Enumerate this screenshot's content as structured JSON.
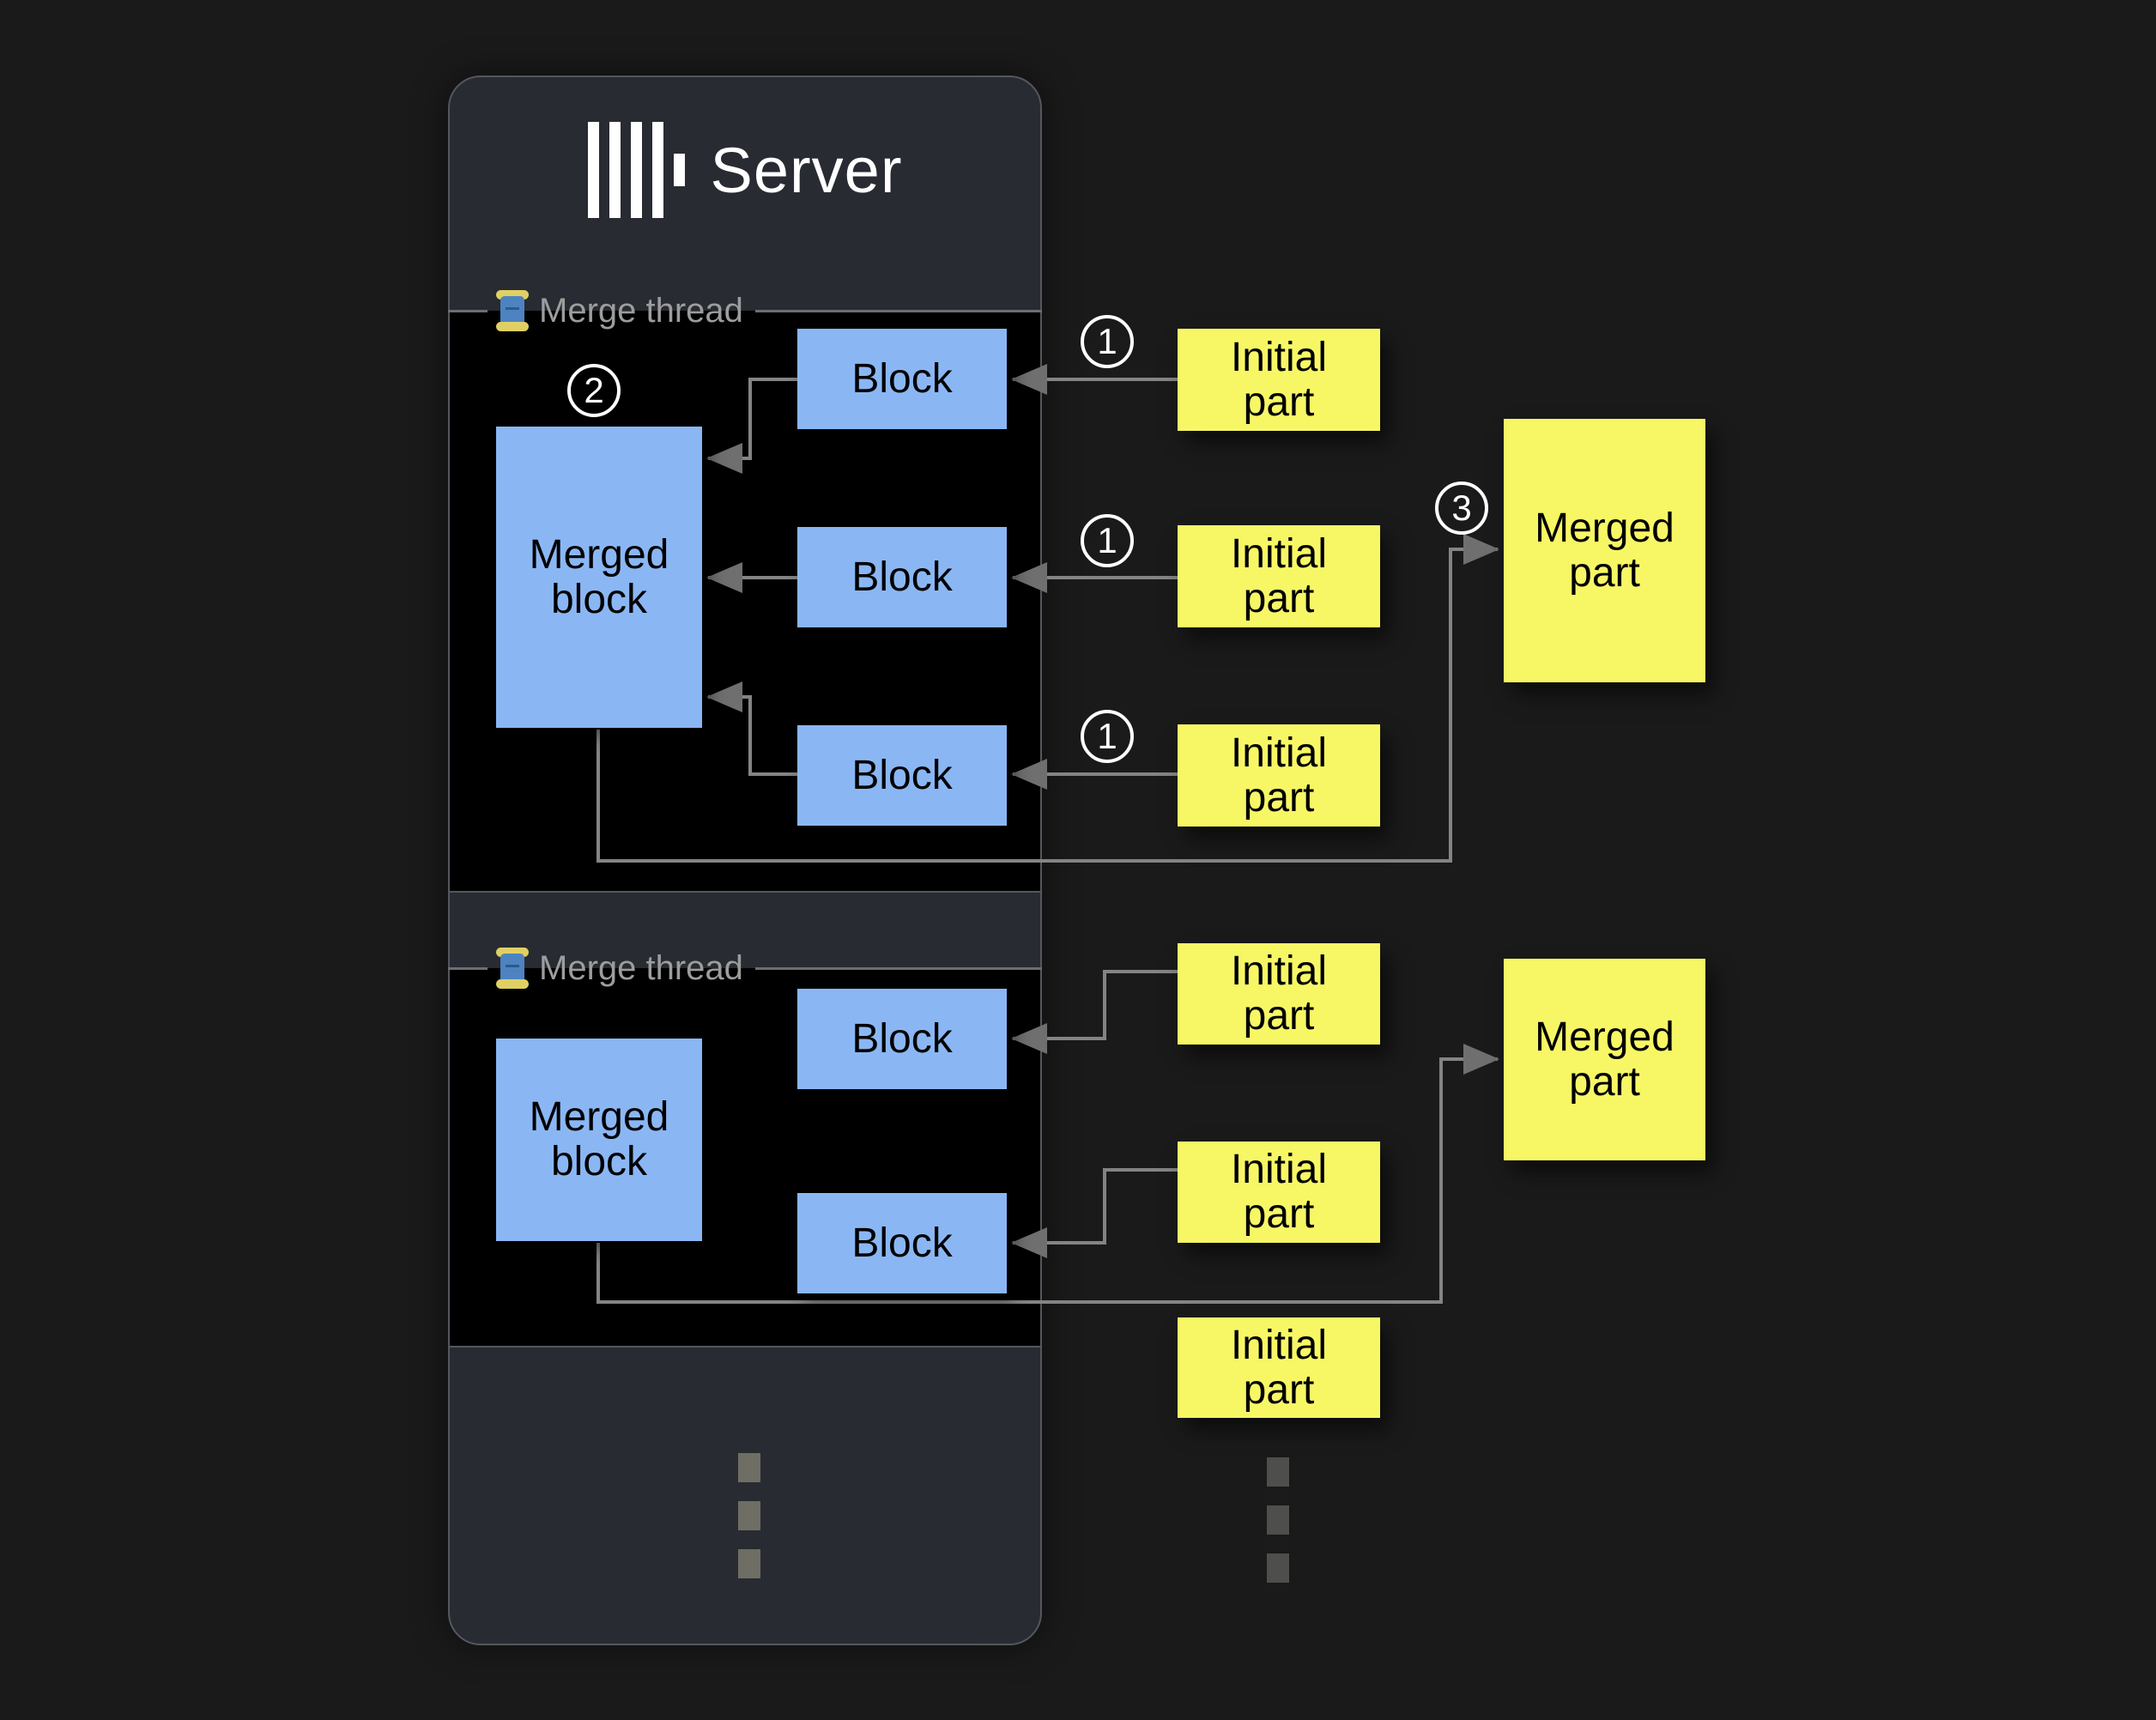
{
  "server": {
    "title": "Server",
    "logo_icon": "clickhouse-bars-logo"
  },
  "threads": [
    {
      "icon": "thread-spool",
      "label": "Merge thread",
      "step_badge": "2",
      "merged_block": "Merged block",
      "blocks": [
        "Block",
        "Block",
        "Block"
      ]
    },
    {
      "icon": "thread-spool",
      "label": "Merge thread",
      "merged_block": "Merged block",
      "blocks": [
        "Block",
        "Block"
      ]
    }
  ],
  "initial_parts_top": [
    {
      "step_badge": "1",
      "label": "Initial part"
    },
    {
      "step_badge": "1",
      "label": "Initial part"
    },
    {
      "step_badge": "1",
      "label": "Initial part"
    }
  ],
  "initial_parts_bottom": [
    {
      "label": "Initial part"
    },
    {
      "label": "Initial part"
    },
    {
      "label": "Initial part"
    }
  ],
  "merged_parts": [
    {
      "step_badge": "3",
      "label": "Merged part"
    },
    {
      "label": "Merged part"
    }
  ],
  "colors": {
    "background": "#1a1a1a",
    "panel": "#282b31",
    "section": "#000000",
    "block_blue": "#8ab7f4",
    "part_yellow": "#f7f766",
    "line_gray": "#848484",
    "legend_gray": "#9d9d9d"
  }
}
